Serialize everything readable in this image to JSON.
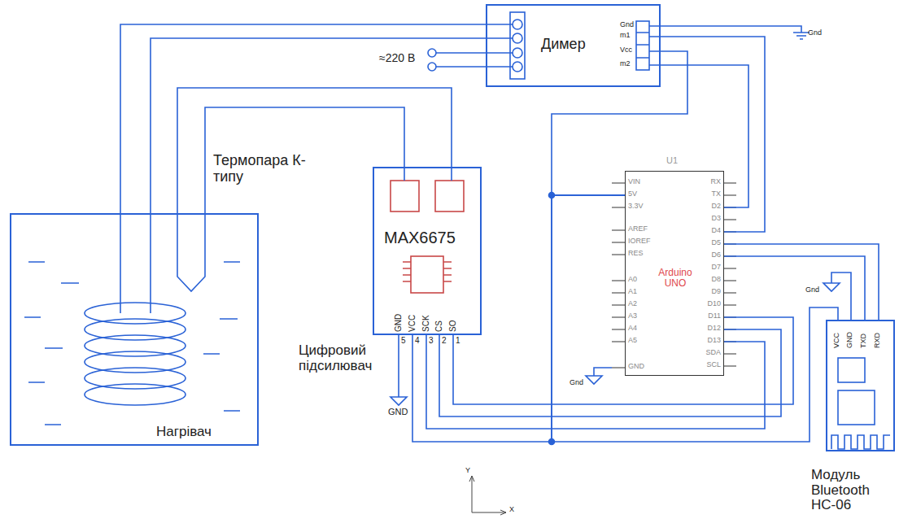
{
  "diagram": {
    "nodes": [
      {
        "text": [
          "Димер"
        ]
      },
      {
        "text": [
          "Нагрівач"
        ]
      },
      {
        "text": [
          "MAX6675",
          "Цифровий підсилювач"
        ]
      },
      {
        "text": [
          "U1",
          "Arduino UNO"
        ]
      },
      {
        "text": [
          "Модуль Bluetooth HC-06"
        ]
      }
    ],
    "edges": [
      {
        "from": 0,
        "to": 1,
        "arrow": "none"
      },
      {
        "from": 0,
        "to": 1,
        "arrow": "none"
      },
      {
        "from": 1,
        "to": 2,
        "arrow": "none"
      },
      {
        "from": 1,
        "to": 2,
        "arrow": "none"
      },
      {
        "from": 2,
        "to": 3,
        "arrow": "none"
      },
      {
        "from": 2,
        "to": 3,
        "arrow": "none"
      },
      {
        "from": 2,
        "to": 3,
        "arrow": "none"
      },
      {
        "from": 0,
        "to": 3,
        "arrow": "none"
      },
      {
        "from": 0,
        "to": 3,
        "arrow": "none"
      },
      {
        "from": 0,
        "to": 3,
        "arrow": "none"
      },
      {
        "from": 2,
        "to": 3,
        "arrow": "none"
      },
      {
        "from": 4,
        "to": 3,
        "arrow": "none"
      },
      {
        "from": 4,
        "to": 3,
        "arrow": "none"
      },
      {
        "from": 4,
        "to": 3,
        "arrow": "none"
      }
    ],
    "labels": [
      "Термопара К-типу",
      "≈220 В",
      "Gnd",
      "m1",
      "Vcc",
      "m2",
      "Gnd",
      "GND",
      "VCC",
      "SCK",
      "CS",
      "SO",
      "5",
      "4",
      "3",
      "2",
      "1",
      "GND",
      "VIN",
      "5V",
      "3.3V",
      "AREF",
      "IOREF",
      "RES",
      "A0",
      "A1",
      "A2",
      "A3",
      "A4",
      "A5",
      "GND",
      "RX",
      "TX",
      "D2",
      "D3",
      "D4",
      "D5",
      "D6",
      "D7",
      "D8",
      "D9",
      "D10",
      "D11",
      "D12",
      "D13",
      "SDA",
      "SCL",
      "Gnd",
      "Gnd",
      "VCC",
      "GND",
      "TXD",
      "RXD",
      "Y",
      "X"
    ]
  }
}
